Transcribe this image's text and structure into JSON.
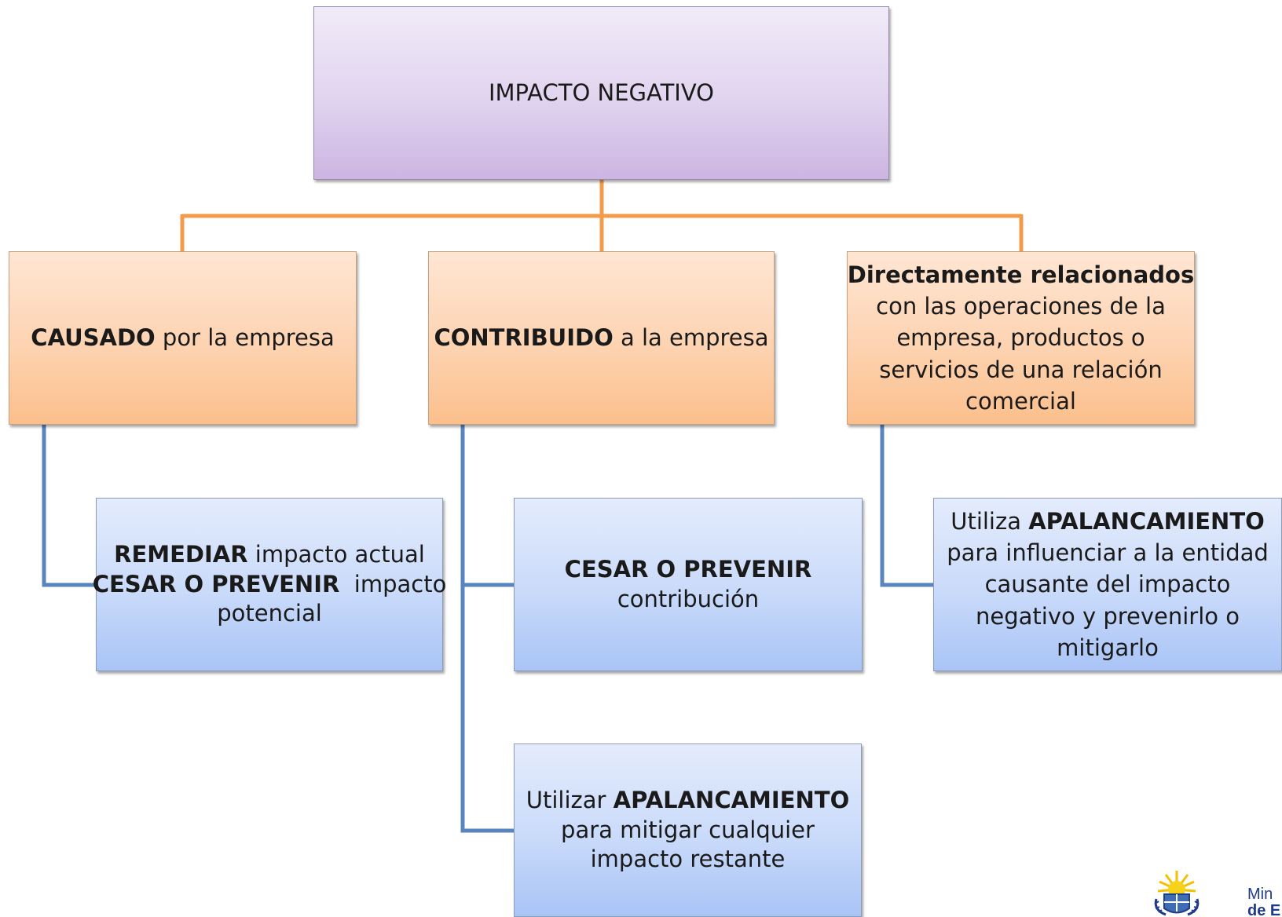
{
  "root": {
    "label": "IMPACTO NEGATIVO"
  },
  "categories": {
    "causado": {
      "bold": "CAUSADO",
      "rest": " por la empresa"
    },
    "contribuido": {
      "bold": "CONTRIBUIDO",
      "rest": " a la empresa"
    },
    "directamente": {
      "bold": "Directamente relacionados",
      "line2": "con las operaciones de la",
      "line3": "empresa, productos o",
      "line4": "servicios de una relación",
      "line5": "comercial"
    }
  },
  "actions": {
    "remediar": {
      "bold1": "REMEDIAR",
      "rest1": " impacto actual",
      "bold2": "CESAR O PREVENIR",
      "rest2": "  impacto",
      "line3": "potencial"
    },
    "cesar": {
      "bold": "CESAR O PREVENIR",
      "line2": "contribución"
    },
    "utiliza": {
      "pre": "Utiliza ",
      "bold": "APALANCAMIENTO",
      "line2": "para influenciar a la entidad",
      "line3": "causante del impacto",
      "line4": "negativo y prevenirlo o",
      "line5": "mitigarlo"
    },
    "utilizar": {
      "pre": "Utilizar ",
      "bold": "APALANCAMIENTO",
      "line2": "para mitigar cualquier",
      "line3": "impacto restante"
    }
  },
  "logo": {
    "line1": "Min",
    "line2": "de E"
  },
  "colors": {
    "orange_connector": "#f39b4b",
    "blue_connector": "#5884c0",
    "root_fill": "#d9c9ec",
    "category_fill": "#fdd3b1",
    "action_fill": "#c9dafa"
  }
}
